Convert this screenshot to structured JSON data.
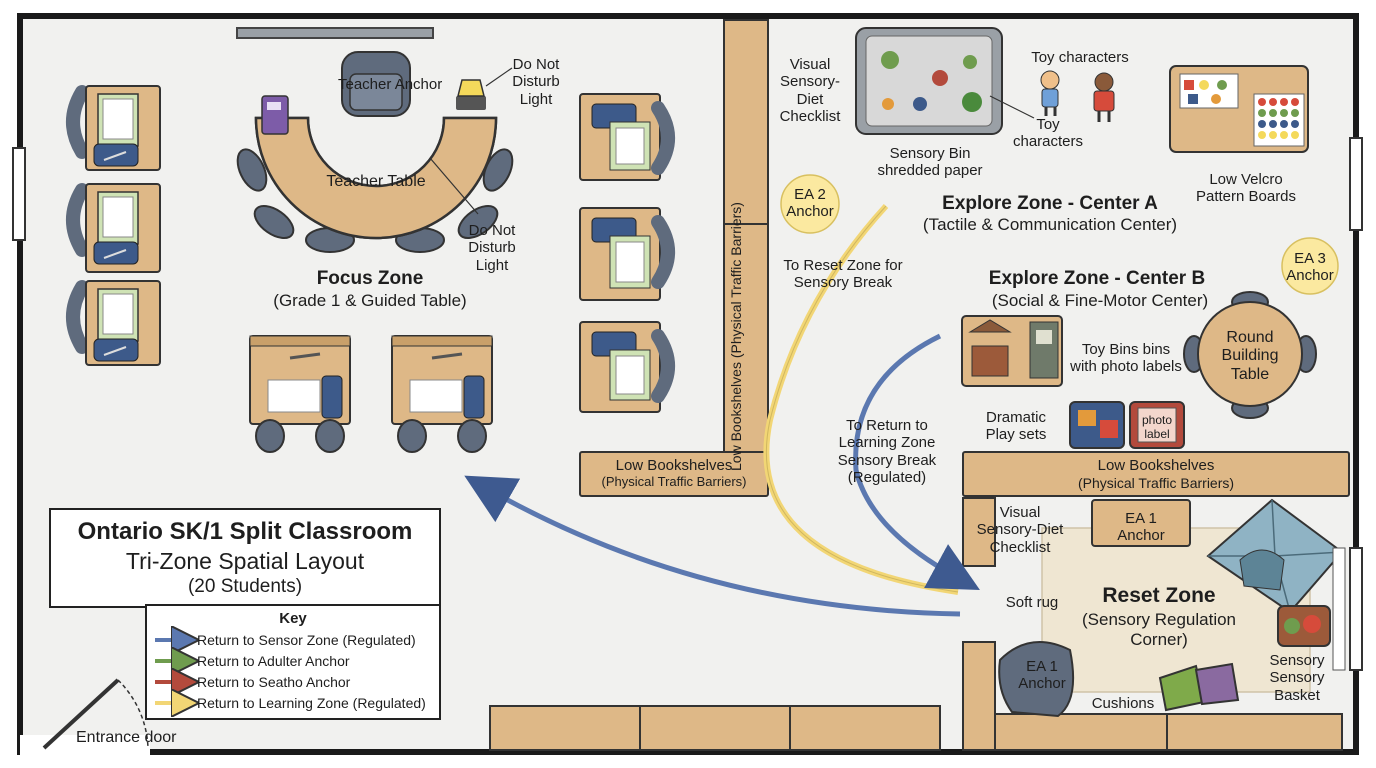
{
  "title": {
    "line1": "Ontario SK/1 Split Classroom",
    "line2": "Tri-Zone Spatial Layout",
    "line3": "(20 Students)"
  },
  "key": {
    "heading": "Key",
    "items": [
      {
        "label": "Return to Sensor Zone (Regulated)",
        "color": "#5b78b0"
      },
      {
        "label": "Return to Adulter Anchor",
        "color": "#6f9c4e"
      },
      {
        "label": "Return to Seatho Anchor",
        "color": "#b34a3c"
      },
      {
        "label": "Return to Learning Zone (Regulated)",
        "color": "#f2d675"
      }
    ]
  },
  "focus_zone": {
    "title": "Focus Zone",
    "subtitle": "(Grade 1 & Guided Table)",
    "teacher_anchor": "Teacher Anchor",
    "teacher_table": "Teacher Table",
    "dnd_top": "Do Not Disturb Light",
    "dnd_mid": "Do Not Disturb Light"
  },
  "shelves": {
    "vertical_label": "Low Bookshelves (Physical Traffic Barriers)",
    "middle_title": "Low Bookshelves",
    "middle_sub": "(Physical Traffic Barriers)",
    "right_title": "Low Bookshelves",
    "right_sub": "(Physical Traffic Barriers)"
  },
  "explore_a": {
    "visual_checklist": "Visual Sensory-Diet Checklist",
    "sensory_bin": "Sensory Bin shredded paper",
    "toy_chars_top": "Toy characters",
    "toy_chars_mid": "Toy characters",
    "velcro": "Low Velcro Pattern Boards",
    "title": "Explore Zone - Center A",
    "subtitle": "(Tactile & Communication Center)"
  },
  "explore_b": {
    "title": "Explore Zone - Center B",
    "subtitle": "(Social & Fine-Motor Center)",
    "toy_bins": "Toy Bins bins with photo labels",
    "dramatic": "Dramatic Play sets",
    "photo_label": "photo label",
    "round_table": "Round Building Table"
  },
  "anchors": {
    "ea2": "EA 2 Anchor",
    "ea3": "EA 3 Anchor",
    "ea1_top": "EA 1 Anchor",
    "ea1_bottom": "EA 1 Anchor"
  },
  "paths": {
    "reset_break": "To Reset Zone for Sensory Break",
    "return_learning": "To Return to Learning Zone Sensory Break (Regulated)"
  },
  "reset_zone": {
    "visual_checklist": "Visual Sensory-Diet Checklist",
    "soft_rug": "Soft rug",
    "title": "Reset Zone",
    "subtitle": "(Sensory Regulation Corner)",
    "sensory_basket": "Sensory Sensory Basket",
    "cushions": "Cushions"
  },
  "entrance": "Entrance door",
  "colors": {
    "wood": "#deb887",
    "wood_dark": "#8a6a45",
    "floor": "#f1f1ef",
    "chair": "#5f6b7d",
    "anchor_yellow": "#fbe9a0",
    "arrow_blue": "#5b78b0",
    "arrow_yellow": "#f2d675"
  }
}
